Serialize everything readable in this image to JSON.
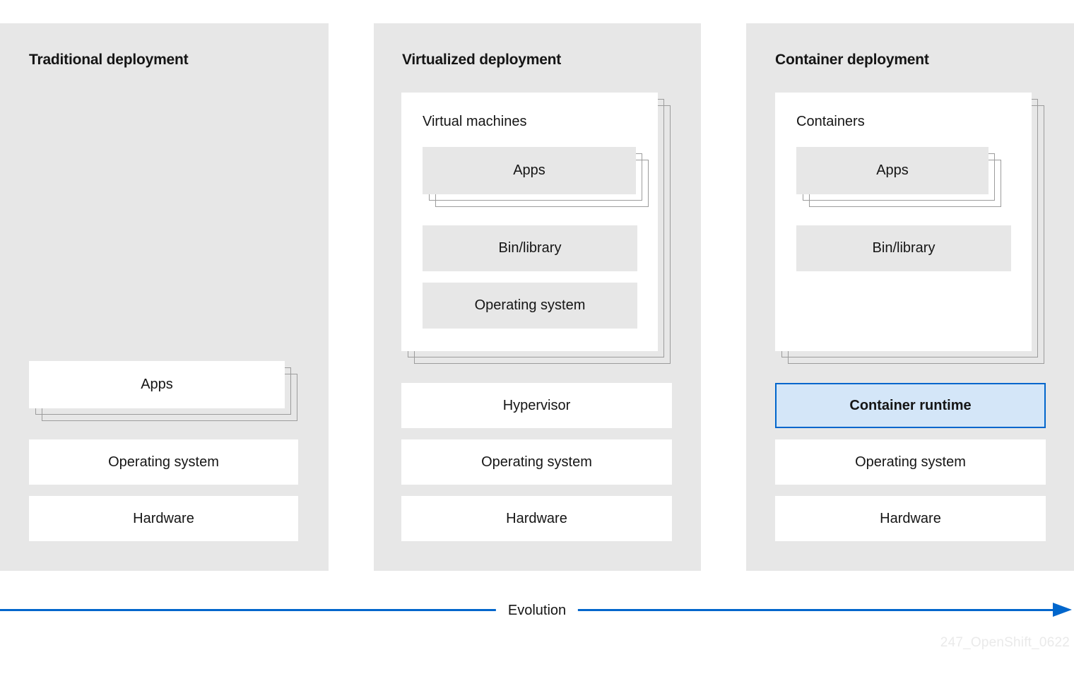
{
  "figure": {
    "watermark": "247_OpenShift_0622",
    "evolution_label": "Evolution",
    "accent_color": "#0066cc",
    "highlight_fill": "#d4e6f8",
    "panel_fill": "#e7e7e7",
    "box_fill": "#ffffff",
    "inner_box_fill": "#e7e7e7",
    "outline_color": "#9c9c9c",
    "text_color": "#151515"
  },
  "columns": [
    {
      "id": "traditional",
      "title": "Traditional deployment",
      "stacked_boxes": [
        {
          "label": "Apps",
          "fill": "white",
          "stacked": true
        }
      ],
      "bars": [
        {
          "label": "Operating system",
          "fill": "white",
          "highlight": false
        },
        {
          "label": "Hardware",
          "fill": "white",
          "highlight": false
        }
      ]
    },
    {
      "id": "virtualized",
      "title": "Virtualized deployment",
      "card": {
        "title": "Virtual machines",
        "stacked": true,
        "inner_boxes": [
          {
            "label": "Apps",
            "fill": "gray",
            "stacked": true
          },
          {
            "label": "Bin/library",
            "fill": "gray",
            "stacked": false
          },
          {
            "label": "Operating system",
            "fill": "gray",
            "stacked": false
          }
        ]
      },
      "bars": [
        {
          "label": "Hypervisor",
          "fill": "white",
          "highlight": false
        },
        {
          "label": "Operating system",
          "fill": "white",
          "highlight": false
        },
        {
          "label": "Hardware",
          "fill": "white",
          "highlight": false
        }
      ]
    },
    {
      "id": "container",
      "title": "Container deployment",
      "card": {
        "title": "Containers",
        "stacked": true,
        "inner_boxes": [
          {
            "label": "Apps",
            "fill": "gray",
            "stacked": true
          },
          {
            "label": "Bin/library",
            "fill": "gray",
            "stacked": false
          }
        ]
      },
      "bars": [
        {
          "label": "Container runtime",
          "fill": "highlight",
          "highlight": true
        },
        {
          "label": "Operating system",
          "fill": "white",
          "highlight": false
        },
        {
          "label": "Hardware",
          "fill": "white",
          "highlight": false
        }
      ]
    }
  ]
}
